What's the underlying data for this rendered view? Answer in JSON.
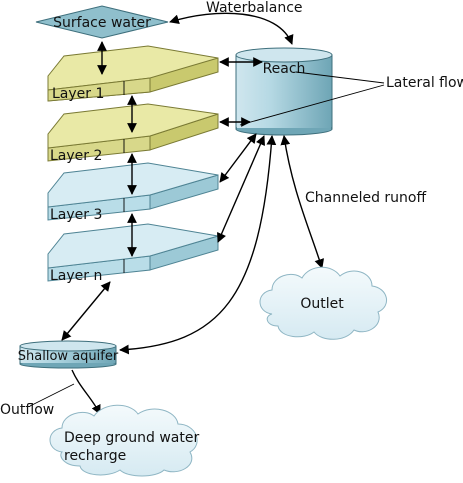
{
  "labels": {
    "surface_water": "Surface water",
    "waterbalance": "Waterbalance",
    "reach": "Reach",
    "lateral_flow": "Lateral flow",
    "layer1": "Layer 1",
    "layer2": "Layer 2",
    "layer3": "Layer 3",
    "layern": "Layer n",
    "channeled_runoff": "Channeled runoff",
    "outlet": "Outlet",
    "shallow_aquifer": "Shallow aquifer",
    "outflow": "Outflow",
    "deep_gw_line1": "Deep ground water",
    "deep_gw_line2": "recharge"
  },
  "colors": {
    "soil_top": "#e9e9a6",
    "soil_side": "#c9c96e",
    "water_top": "#d7ecf3",
    "water_side": "#9cc9d6",
    "cylinder_body": "#8fbfcc",
    "cylinder_top": "#cfe6ee",
    "diamond_fill": "#8fbfcc",
    "cloud_fill": "#e8f3f8"
  }
}
